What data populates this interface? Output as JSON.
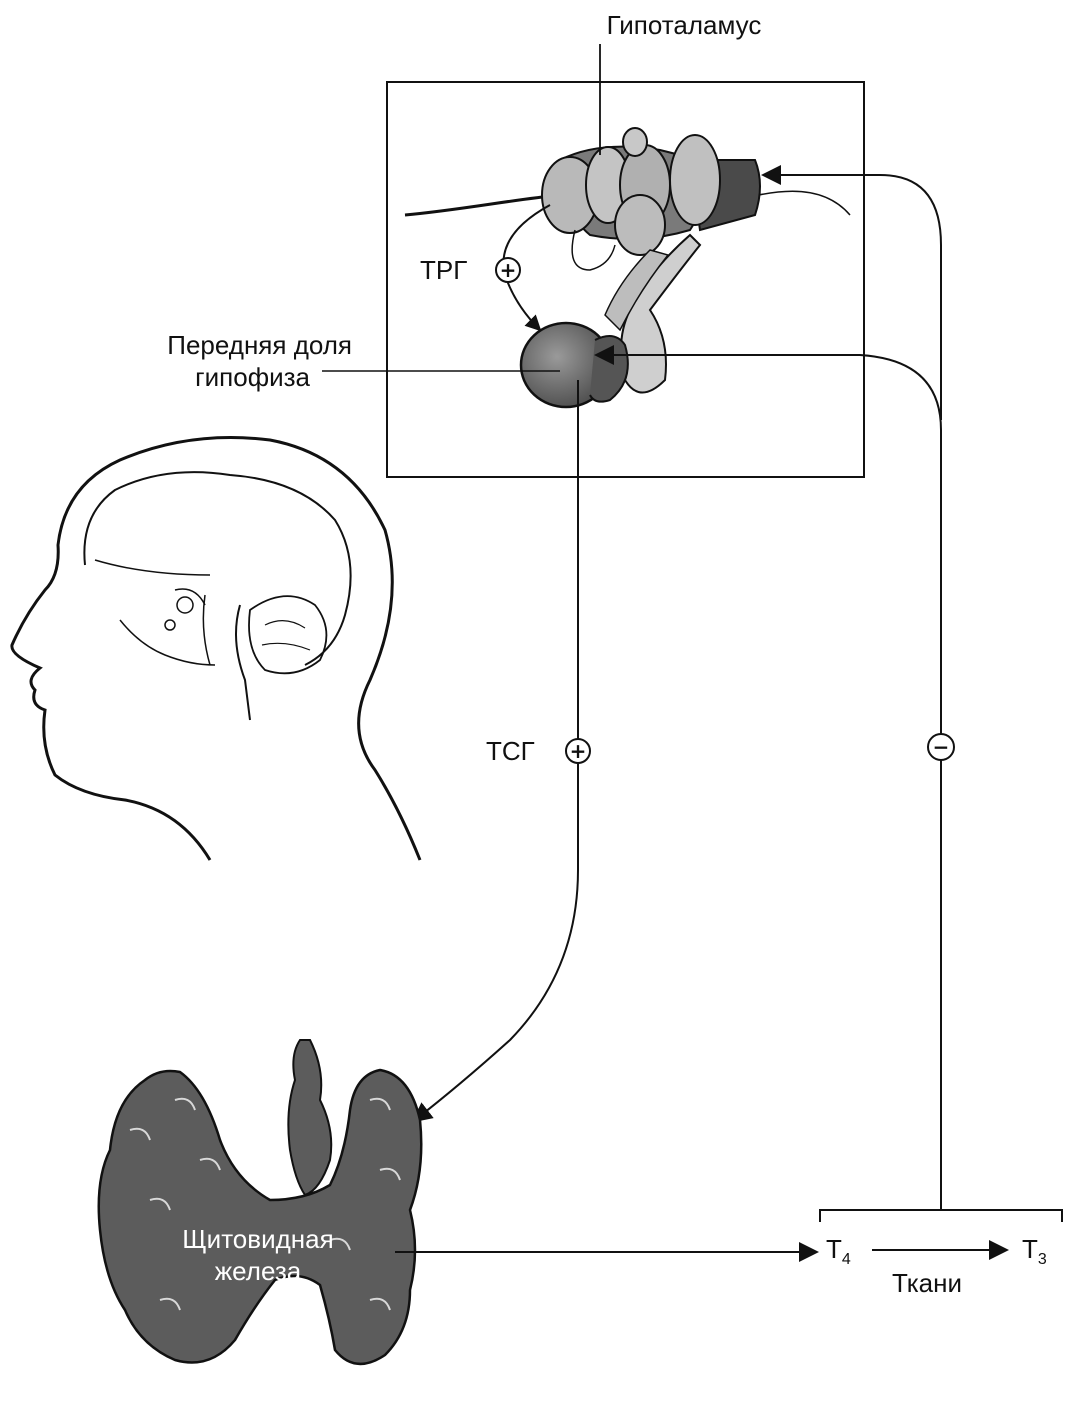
{
  "labels": {
    "hypothalamus": "Гипоталамус",
    "trh": "ТРГ",
    "anterior_pituitary_line1": "Передняя доля",
    "anterior_pituitary_line2": "гипофиза",
    "tsh": "ТСГ",
    "thyroid_line1": "Щитовидная",
    "thyroid_line2": "железа",
    "t4_letter": "T",
    "t4_sub": "4",
    "t3_letter": "T",
    "t3_sub": "3",
    "tissues": "Ткани"
  },
  "signs": {
    "trh_effect": "+",
    "tsh_effect": "+",
    "feedback_effect": "−"
  },
  "colors": {
    "line": "#111111",
    "thyroid_fill": "#5c5c5c",
    "pituitary_fill": "#6e6e6e",
    "hypothalamus_light": "#b9b9b9",
    "hypothalamus_dark": "#4a4a4a"
  }
}
